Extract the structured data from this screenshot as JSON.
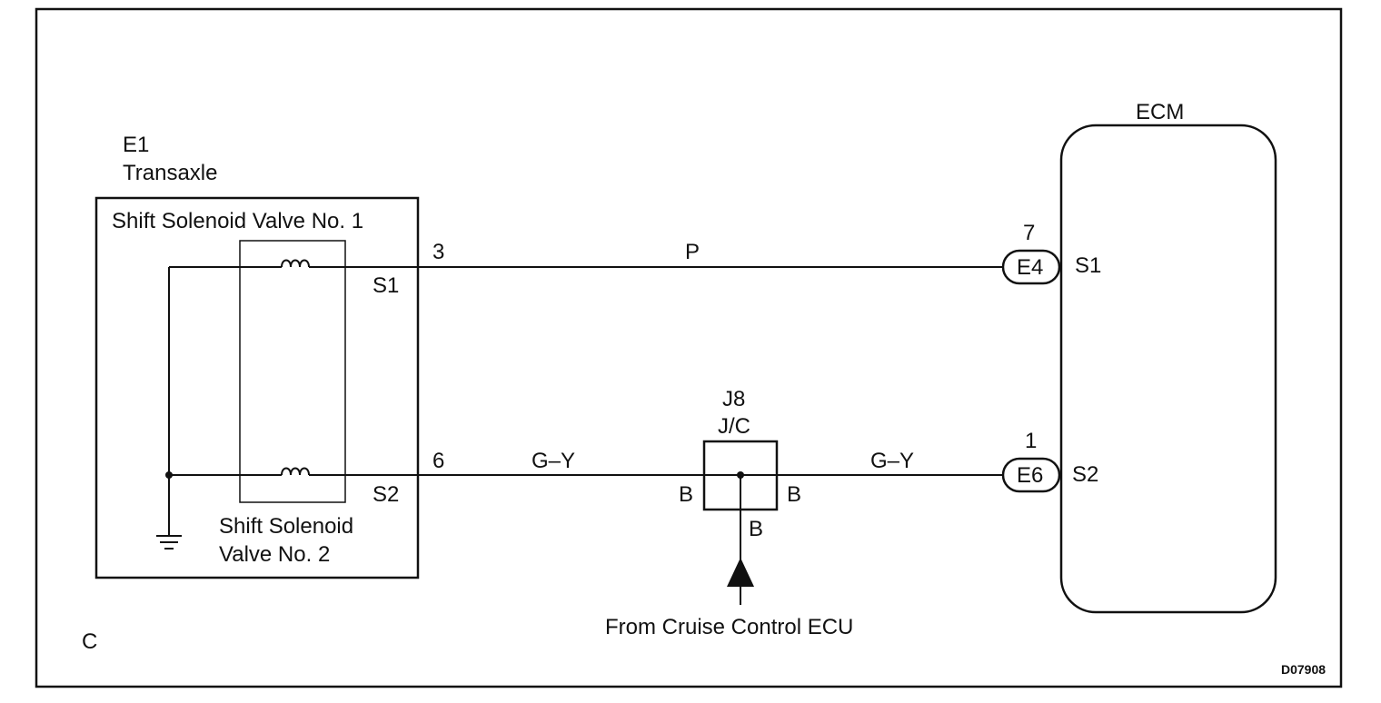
{
  "frame_letter": "C",
  "figure_code": "D07908",
  "transaxle": {
    "connector": "E1",
    "name": "Transaxle",
    "valve1_label": "Shift Solenoid Valve No. 1",
    "valve2_label_line1": "Shift Solenoid",
    "valve2_label_line2": "Valve No. 2",
    "terminal_s1": "S1",
    "terminal_s2": "S2"
  },
  "ecm": {
    "title": "ECM",
    "connector_top": "E4",
    "connector_top_pin": "7",
    "terminal_top": "S1",
    "connector_bottom": "E6",
    "connector_bottom_pin": "1",
    "terminal_bottom": "S2"
  },
  "wires": {
    "top_pin": "3",
    "top_color": "P",
    "bottom_pin": "6",
    "bottom_color_left": "G–Y",
    "bottom_color_right": "G–Y"
  },
  "junction": {
    "id": "J8",
    "type": "J/C",
    "left_pin": "B",
    "right_pin": "B",
    "bottom_pin": "B"
  },
  "source_label": "From Cruise Control ECU"
}
